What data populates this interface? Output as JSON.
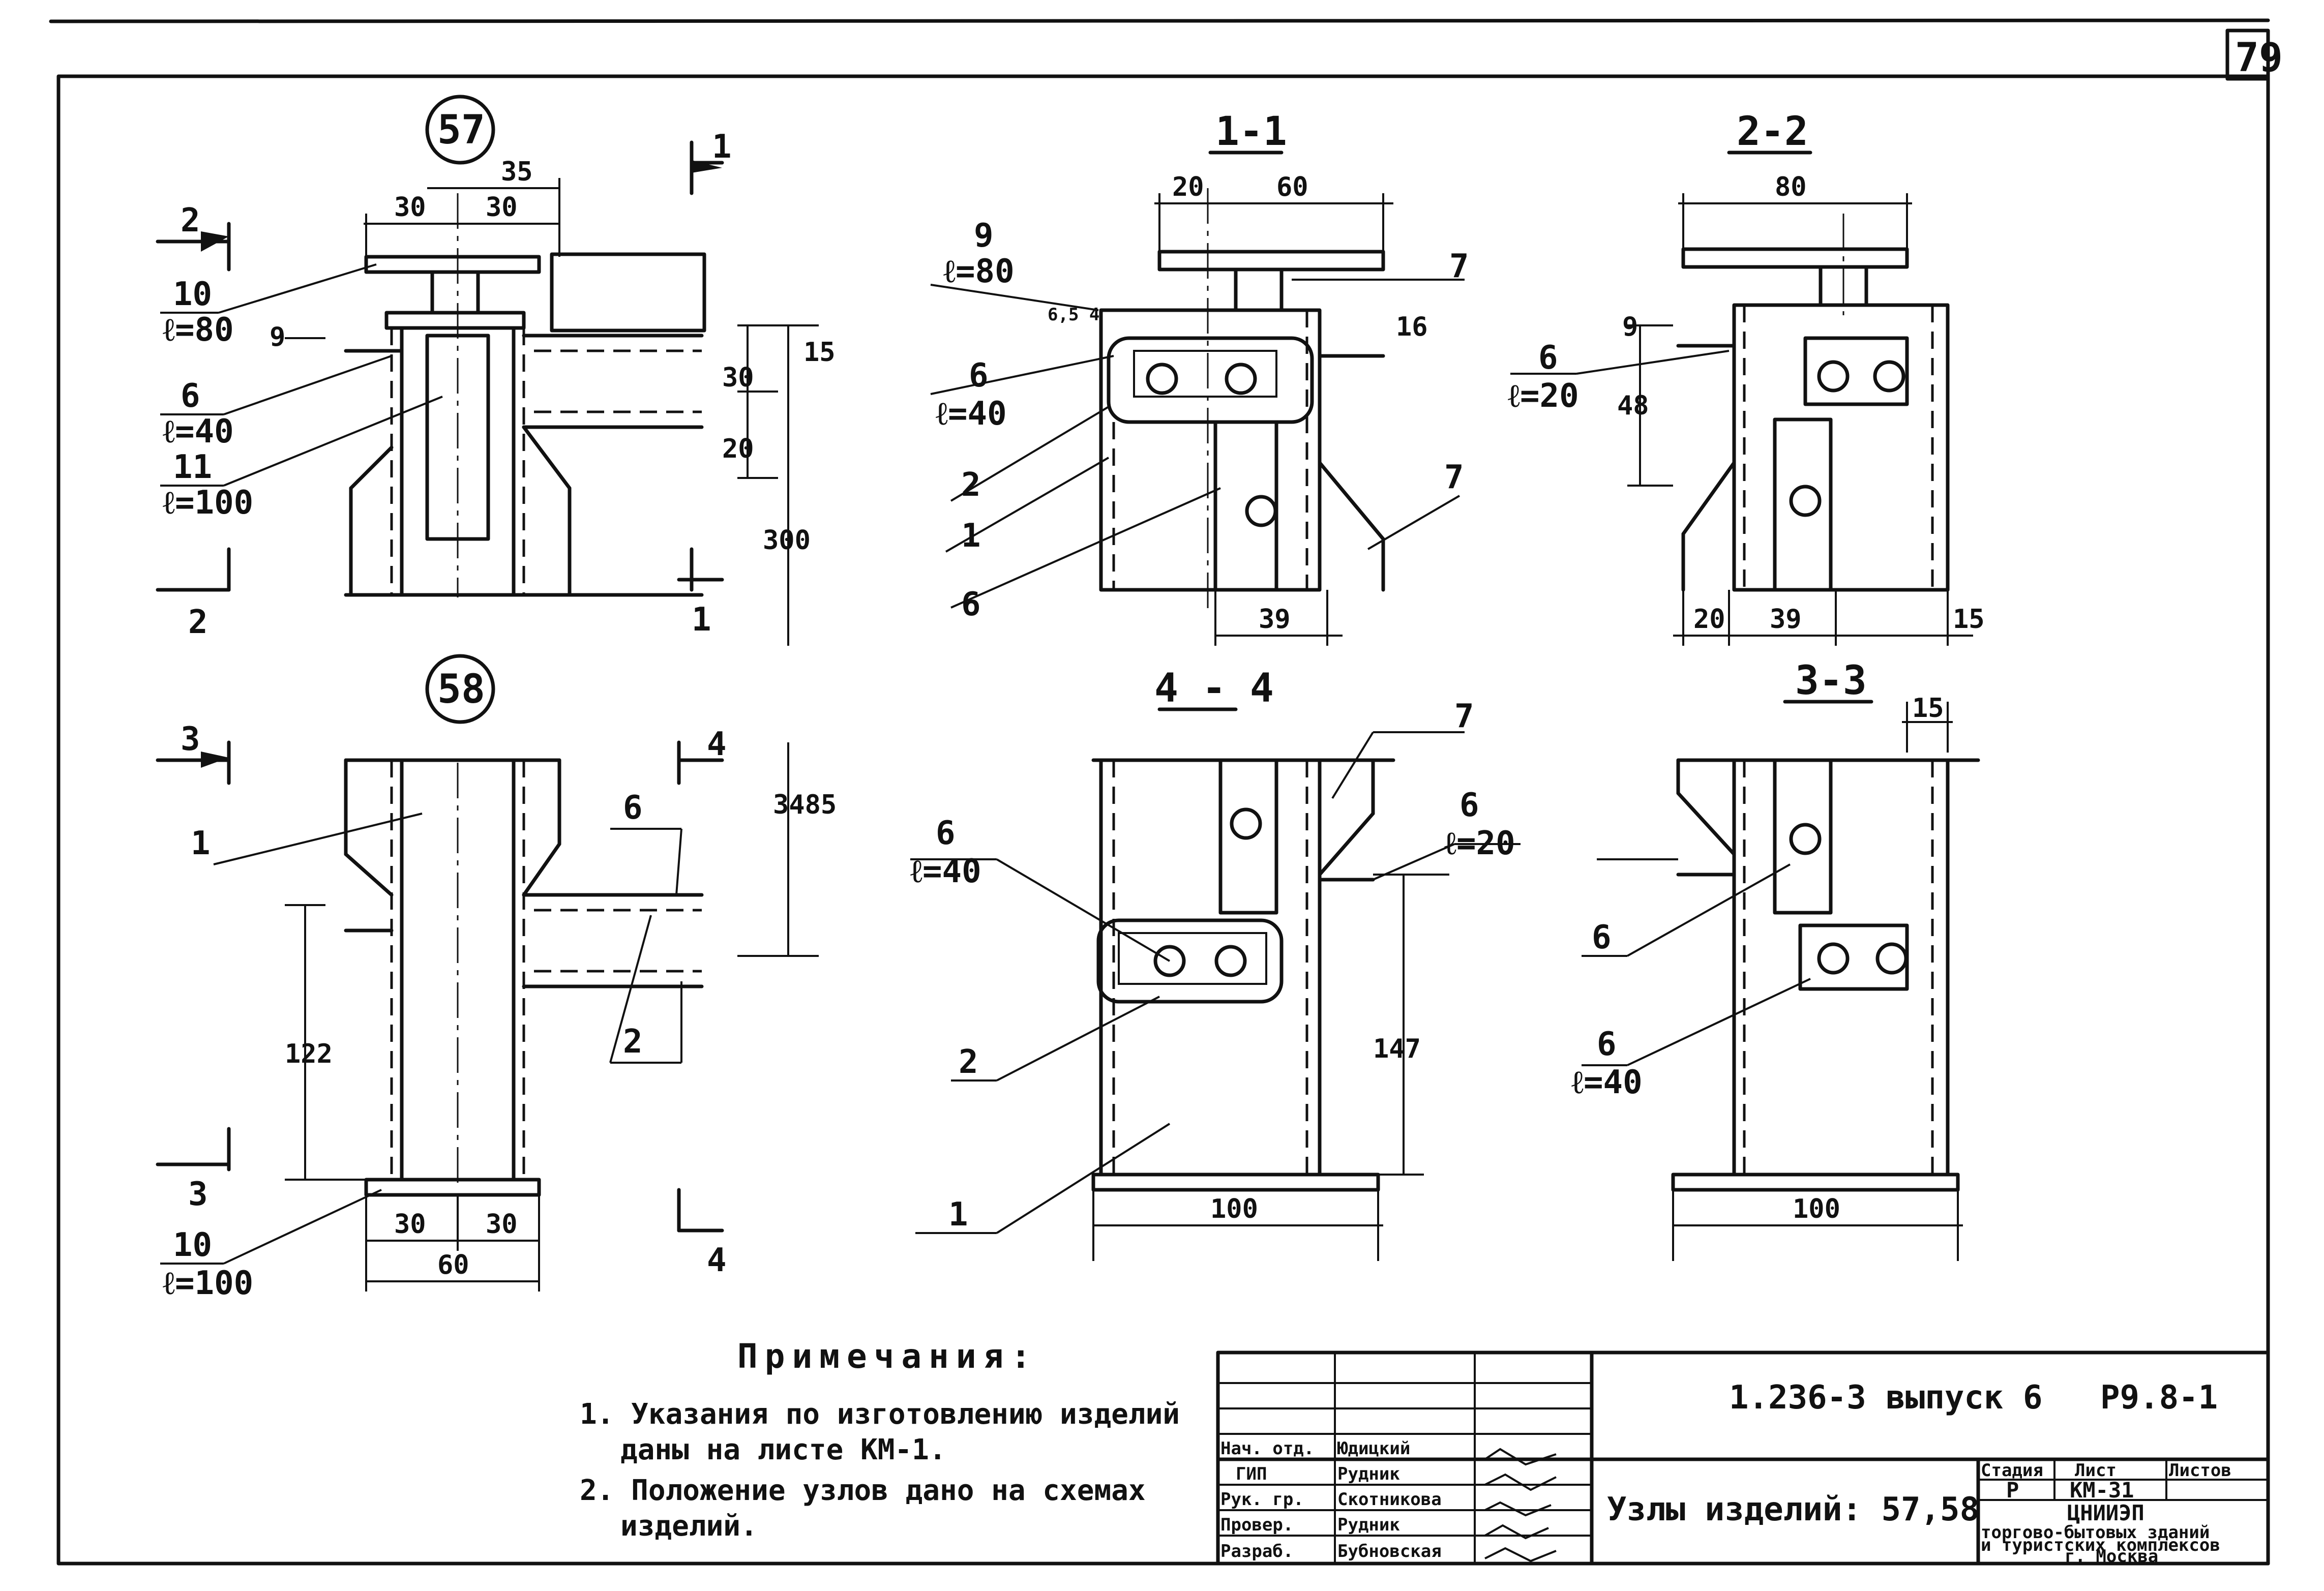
{
  "sheet": {
    "page_number": "79",
    "node_57": "57",
    "node_58": "58"
  },
  "sections": {
    "s11": "1-1",
    "s22": "2-2",
    "s33": "3-3",
    "s44": "4 - 4"
  },
  "markers": {
    "m1": "1",
    "m2": "2",
    "m3": "3",
    "m4": "4"
  },
  "dims": {
    "d35": "35",
    "d30": "30",
    "d20": "20",
    "d60": "60",
    "d80": "80",
    "d15": "15",
    "d9": "9",
    "d300": "300",
    "d39": "39",
    "d48": "48",
    "d16": "16",
    "d100": "100",
    "d3485": "3485",
    "d147": "147",
    "d122": "122",
    "d654": "6,5 4"
  },
  "parts": {
    "p1": "1",
    "p2": "2",
    "p6": "6",
    "p7": "7",
    "p9": "9",
    "p10": "10",
    "p11": "11",
    "l80": "ℓ=80",
    "l40": "ℓ=40",
    "l100": "ℓ=100",
    "l20": "ℓ=20"
  },
  "notes": {
    "title": "Примечания:",
    "n1a": "1. Указания по изготовлению изделий",
    "n1b": "даны на листе КМ-1.",
    "n2a": "2. Положение узлов дано на схемах",
    "n2b": "изделий."
  },
  "titleblock": {
    "code": "1.236-3 выпуск 6",
    "doc": "Р9.8-1",
    "name": "Узлы изделий: 57,58",
    "stage_h": "Стадия",
    "sheet_h": "Лист",
    "sheets_h": "Листов",
    "stage": "Р",
    "sheet": "КМ-31",
    "org": "ЦНИИЭП",
    "org2": "торгово-бытовых зданий",
    "org3": "и туристских комплексов",
    "org4": "г. Москва",
    "roles": [
      "Нач. отд.",
      "ГИП",
      "Рук. гр.",
      "Провер.",
      "Разраб."
    ],
    "names": [
      "Юдицкий",
      "Рудник",
      "Скотникова",
      "Рудник",
      "Бубновская"
    ]
  }
}
